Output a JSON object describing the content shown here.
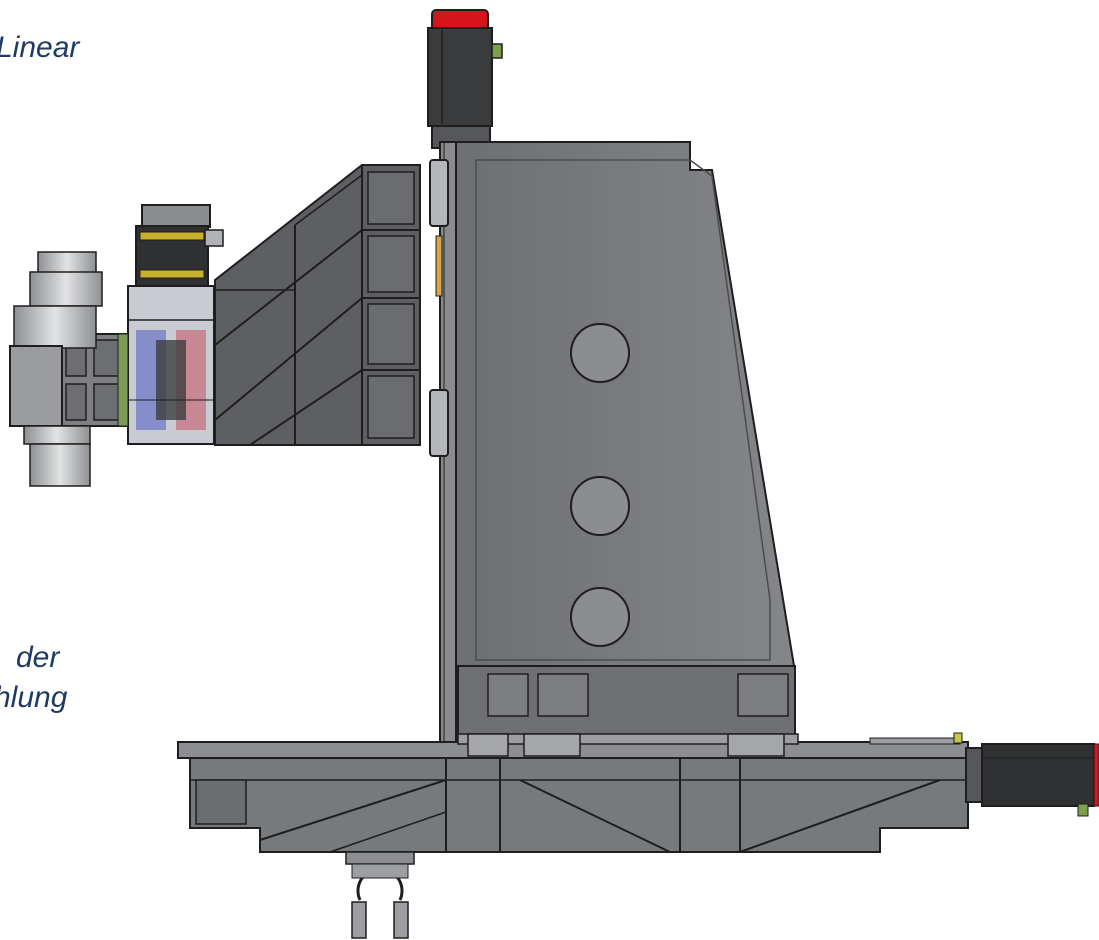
{
  "captions": {
    "top": "Linear",
    "bottom_line1": "der",
    "bottom_line2": "hlung"
  },
  "colors": {
    "steel": "#7a7c7f",
    "steel_dark": "#5c5e61",
    "steel_light": "#9c9ea1",
    "outline": "#1e1e1e",
    "motor_red": "#d4161c",
    "text": "#1f3b64"
  }
}
